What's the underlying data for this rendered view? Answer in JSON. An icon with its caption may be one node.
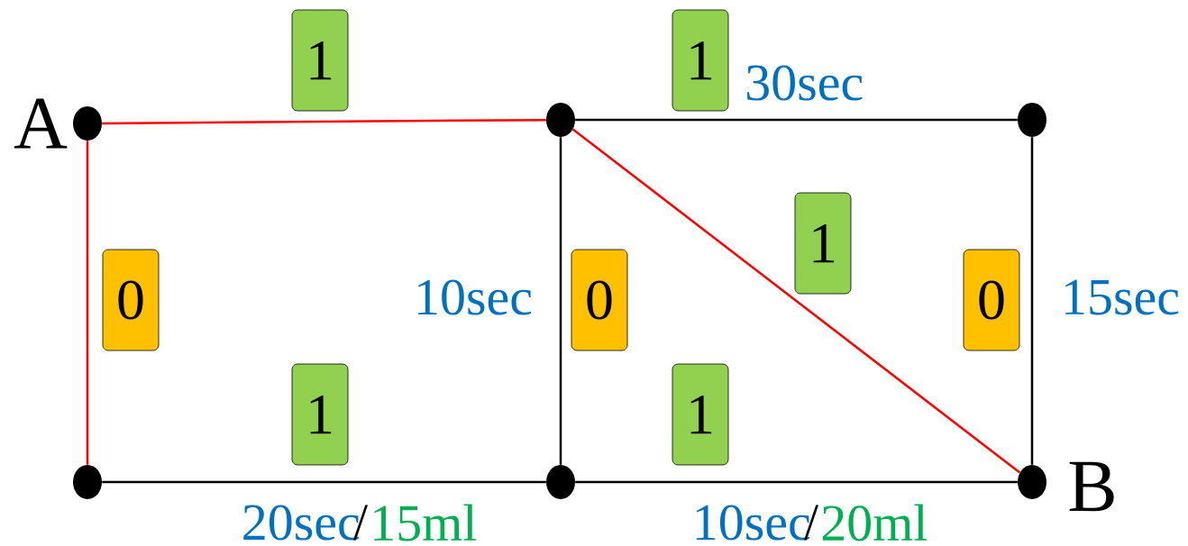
{
  "diagram": {
    "nodes": [
      {
        "text": [
          "1"
        ]
      },
      {
        "text": [
          "1"
        ]
      },
      {
        "text": [],
        "shape": "circle",
        "beside": [
          "A"
        ]
      },
      {
        "text": [],
        "shape": "circle"
      },
      {
        "text": [],
        "shape": "circle"
      },
      {
        "text": [
          "1"
        ]
      },
      {
        "text": [
          "0"
        ]
      },
      {
        "text": [
          "0"
        ]
      },
      {
        "text": [
          "0"
        ]
      },
      {
        "text": [
          "1"
        ]
      },
      {
        "text": [
          "1"
        ]
      },
      {
        "text": [],
        "shape": "circle"
      },
      {
        "text": [],
        "shape": "circle"
      },
      {
        "text": [],
        "shape": "circle",
        "beside": [
          "B"
        ]
      }
    ],
    "edges": [
      {
        "from": 2,
        "to": 3,
        "arrow": "none",
        "color": "#ff0000"
      },
      {
        "from": 3,
        "to": 4,
        "arrow": "none"
      },
      {
        "from": 2,
        "to": 11,
        "arrow": "none",
        "color": "#ff0000"
      },
      {
        "from": 3,
        "to": 12,
        "arrow": "none"
      },
      {
        "from": 3,
        "to": 13,
        "arrow": "none",
        "color": "#ff0000"
      },
      {
        "from": 4,
        "to": 13,
        "arrow": "none"
      },
      {
        "from": 11,
        "to": 12,
        "arrow": "none"
      },
      {
        "from": 12,
        "to": 13,
        "arrow": "none"
      }
    ],
    "labels": [
      "30sec",
      "10sec",
      "15sec",
      "20sec",
      "/",
      "15ml",
      "10sec",
      "/",
      "20ml"
    ]
  }
}
